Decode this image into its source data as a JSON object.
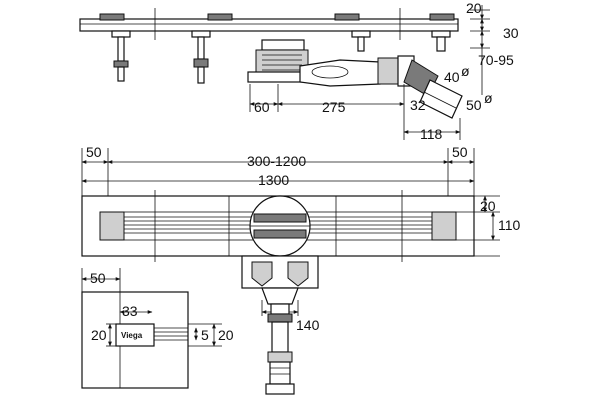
{
  "side_view": {
    "dims": {
      "d20": "20",
      "d30": "30",
      "d70_95": "70-95",
      "d40": "40",
      "d40_sym": "ø",
      "d60": "60",
      "d275": "275",
      "d32": "32",
      "d50": "50",
      "d50_sym": "ø",
      "d118": "118"
    }
  },
  "top_view": {
    "dims": {
      "d50_left": "50",
      "d300_1200": "300-1200",
      "d50_right": "50",
      "d1300": "1300",
      "d20": "20",
      "d110": "110",
      "d140": "140"
    }
  },
  "detail_view": {
    "dims": {
      "d50": "50",
      "d33": "33",
      "d20_left": "20",
      "d5": "5",
      "d20_right": "20"
    },
    "brand": "Viega"
  },
  "colors": {
    "line": "#111111",
    "shade": "#cfcfcf",
    "dark": "#7a7a7a"
  }
}
